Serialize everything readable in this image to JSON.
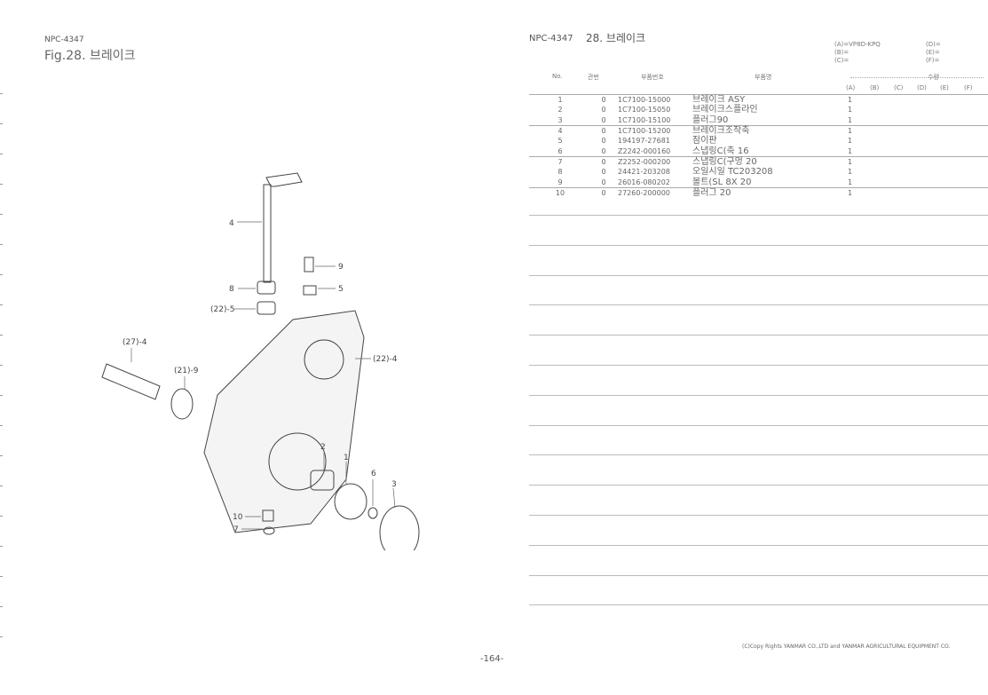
{
  "left_page": {
    "catalog_code": "NPC-4347",
    "figure_title": "Fig.28.  브레이크",
    "callouts": [
      "4",
      "9",
      "8",
      "5",
      "(22)-5",
      "(27)-4",
      "(21)-9",
      "(22)-4",
      "2",
      "1",
      "6",
      "3",
      "10",
      "7"
    ]
  },
  "right_page": {
    "catalog_code": "NPC-4347",
    "section_title": "28.  브레이크",
    "models": {
      "A": "(A)=VP8D-KPQ",
      "B": "(B)=",
      "C": "(C)=",
      "D": "(D)=",
      "E": "(E)=",
      "F": "(F)="
    },
    "headers": {
      "no": "No.",
      "ref": "관번",
      "part_no": "부품번호",
      "name": "부품명",
      "qty": "수량",
      "cols": [
        "(A)",
        "(B)",
        "(C)",
        "(D)",
        "(E)",
        "(F)"
      ]
    },
    "rows": [
      {
        "no": "1",
        "ref": "0",
        "part_no": "1C7100-15000",
        "name": "브레이크 ASY",
        "qty_a": "1"
      },
      {
        "no": "2",
        "ref": "0",
        "part_no": "1C7100-15050",
        "name": "브레이크스플라인",
        "qty_a": "1"
      },
      {
        "no": "3",
        "ref": "0",
        "part_no": "1C7100-15100",
        "name": "플러그90",
        "qty_a": "1"
      },
      {
        "no": "4",
        "ref": "0",
        "part_no": "1C7100-15200",
        "name": "브레이크조작축",
        "qty_a": "1"
      },
      {
        "no": "5",
        "ref": "0",
        "part_no": "194197-27681",
        "name": "잠이판",
        "qty_a": "1"
      },
      {
        "no": "6",
        "ref": "0",
        "part_no": "Z2242-000160",
        "name": "스냅링C(축  16",
        "qty_a": "1"
      },
      {
        "no": "7",
        "ref": "0",
        "part_no": "Z2252-000200",
        "name": "스냅링C(구멍  20",
        "qty_a": "1"
      },
      {
        "no": "8",
        "ref": "0",
        "part_no": "24421-203208",
        "name": "오일시일  TC203208",
        "qty_a": "1"
      },
      {
        "no": "9",
        "ref": "0",
        "part_no": "26016-080202",
        "name": "볼트(SL  8X 20",
        "qty_a": "1"
      },
      {
        "no": "10",
        "ref": "0",
        "part_no": "27260-200000",
        "name": "플러그 20",
        "qty_a": "1"
      }
    ]
  },
  "footer": {
    "copyright": "(C)Copy Rights YANMAR CO.,LTD and YANMAR AGRICULTURAL EQUIPMENT CO.",
    "page_number": "-164-"
  }
}
